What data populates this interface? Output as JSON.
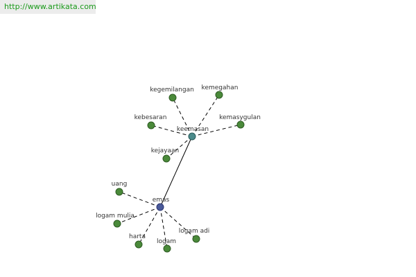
{
  "source_link": "http://www.artikata.com",
  "colors": {
    "edge": "#000000",
    "label": "#333333",
    "leaf_fill": "#4a8a3a",
    "leaf_stroke": "#2d5a22",
    "hub_keemasan_fill": "#4a8a8a",
    "hub_keemasan_stroke": "#2a5a5a",
    "hub_emas_fill": "#4a5a9a",
    "hub_emas_stroke": "#2a3470",
    "link_text": "#1a9a1a"
  },
  "graph": {
    "hubs": [
      {
        "id": "keemasan",
        "label": "keemasan"
      },
      {
        "id": "emas",
        "label": "emas"
      }
    ],
    "hub_link": {
      "from": "keemasan",
      "to": "emas",
      "style": "solid"
    },
    "leaves": [
      {
        "id": "kegemilangan",
        "label": "kegemilangan",
        "hub": "keemasan"
      },
      {
        "id": "kemegahan",
        "label": "kemegahan",
        "hub": "keemasan"
      },
      {
        "id": "kebesaran",
        "label": "kebesaran",
        "hub": "keemasan"
      },
      {
        "id": "kemasygulan",
        "label": "kemasygulan",
        "hub": "keemasan"
      },
      {
        "id": "kejayaan",
        "label": "kejayaan",
        "hub": "keemasan"
      },
      {
        "id": "uang",
        "label": "uang",
        "hub": "emas"
      },
      {
        "id": "logam-mulia",
        "label": "logam mulia",
        "hub": "emas"
      },
      {
        "id": "harta",
        "label": "harta",
        "hub": "emas"
      },
      {
        "id": "logam",
        "label": "logam",
        "hub": "emas"
      },
      {
        "id": "logam-adi",
        "label": "logam adi",
        "hub": "emas"
      }
    ]
  }
}
